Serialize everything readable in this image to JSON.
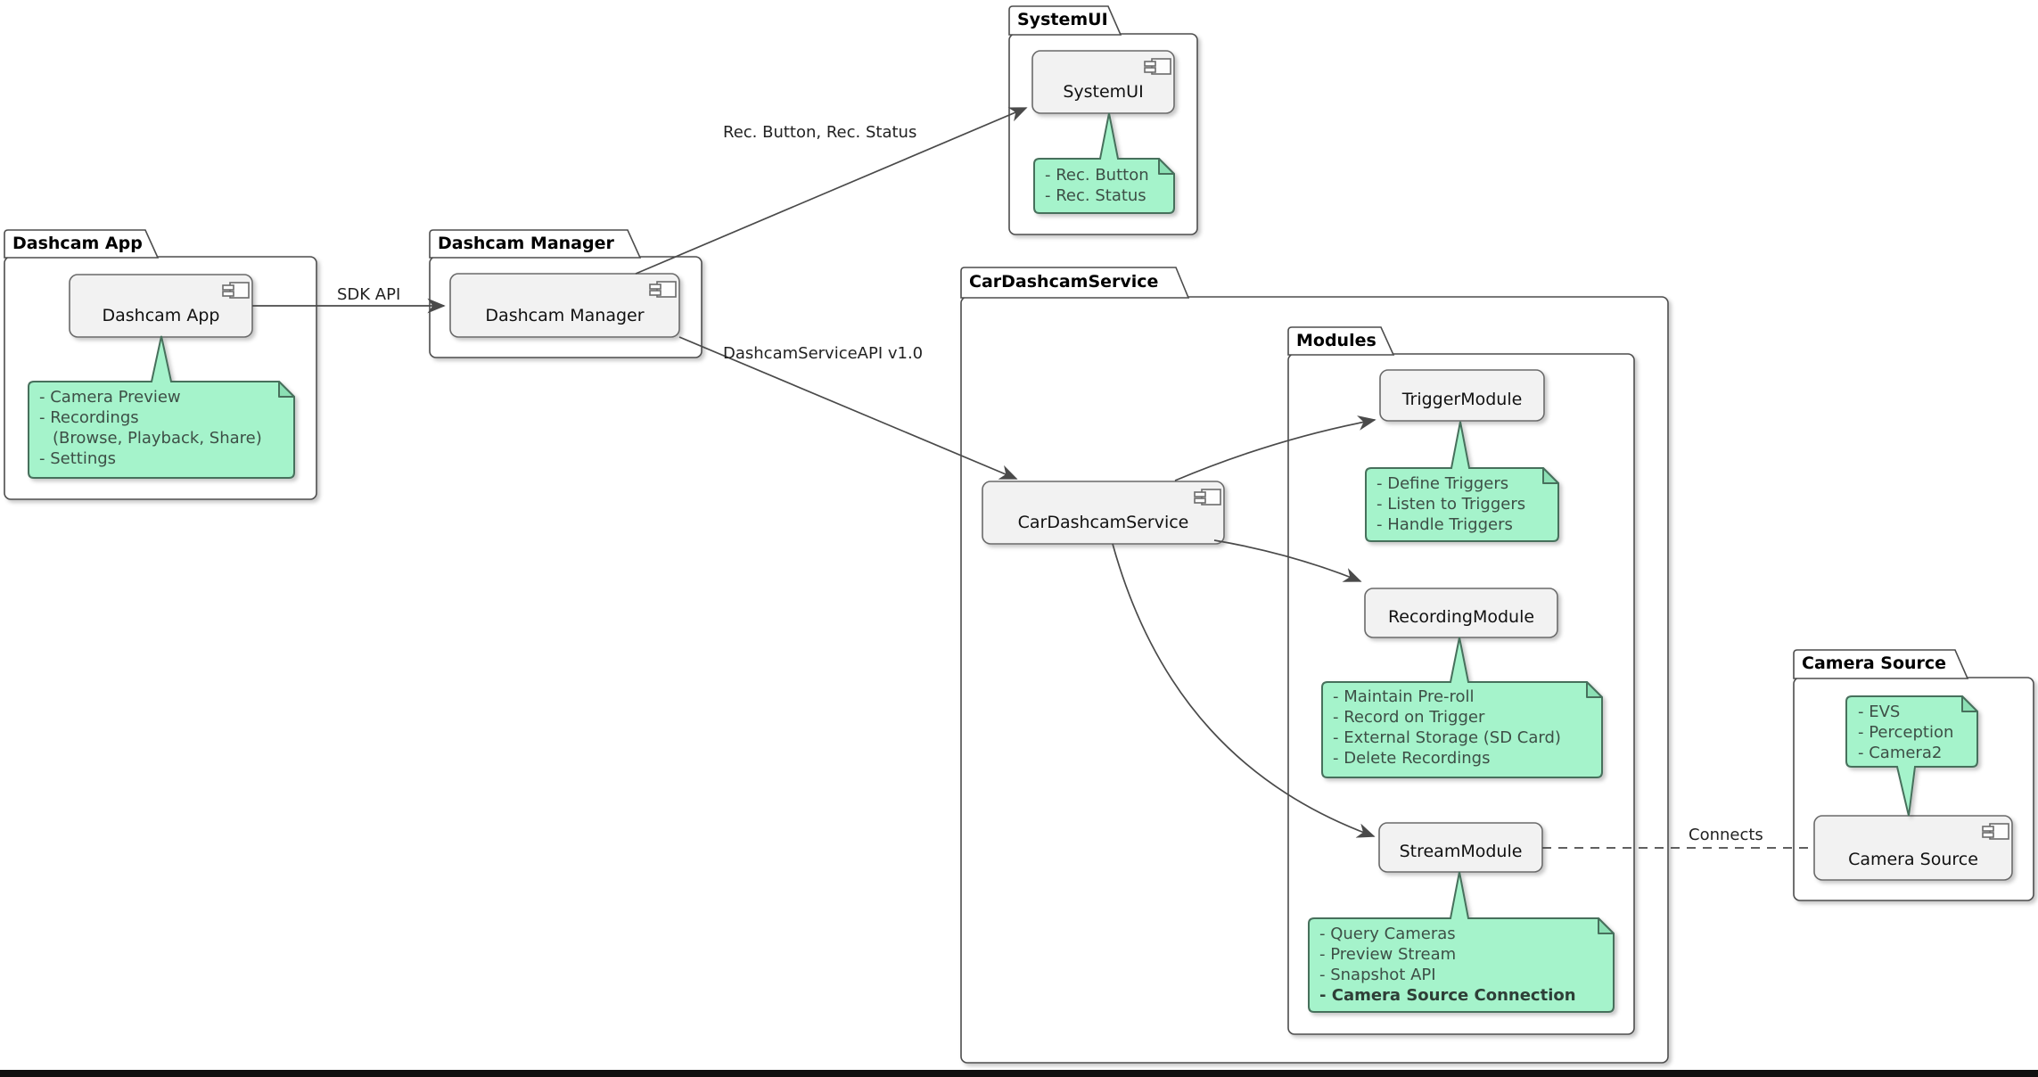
{
  "packages": {
    "dashcam_app": {
      "title": "Dashcam App"
    },
    "dashcam_manager": {
      "title": "Dashcam Manager"
    },
    "system_ui": {
      "title": "SystemUI"
    },
    "car_dashcam_service": {
      "title": "CarDashcamService"
    },
    "modules": {
      "title": "Modules"
    },
    "camera_source": {
      "title": "Camera Source"
    }
  },
  "components": {
    "dashcam_app": "Dashcam App",
    "dashcam_manager": "Dashcam Manager",
    "system_ui": "SystemUI",
    "car_dashcam_service": "CarDashcamService",
    "trigger_module": "TriggerModule",
    "recording_module": "RecordingModule",
    "stream_module": "StreamModule",
    "camera_source": "Camera Source"
  },
  "notes": {
    "dashcam_app": {
      "lines": [
        "- Camera Preview",
        "- Recordings",
        "(Browse, Playback, Share)",
        "- Settings"
      ]
    },
    "system_ui": {
      "lines": [
        "- Rec. Button",
        "- Rec. Status"
      ]
    },
    "trigger_module": {
      "lines": [
        "- Define Triggers",
        "- Listen to Triggers",
        "- Handle Triggers"
      ]
    },
    "recording_module": {
      "lines": [
        "- Maintain Pre-roll",
        "- Record on Trigger",
        "- External Storage (SD Card)",
        "- Delete Recordings"
      ]
    },
    "stream_module": {
      "lines": [
        "- Query Cameras",
        "- Preview Stream",
        "- Snapshot API",
        "- Camera Source Connection"
      ]
    },
    "camera_source": {
      "lines": [
        "- EVS",
        "- Perception",
        "- Camera2"
      ]
    }
  },
  "edge_labels": {
    "sdk_api": "SDK API",
    "rec_button_status": "Rec. Button, Rec. Status",
    "dashcam_service_api": "DashcamServiceAPI v1.0",
    "connects": "Connects"
  },
  "colors": {
    "note_fill": "#A5F3CB",
    "note_fold": "#8BE0B4",
    "note_border": "#47705C",
    "component_fill": "#F2F2F2",
    "component_border": "#6B6B6B",
    "package_border": "#4D4D4D",
    "arrow": "#4A4A4A",
    "bottom_bar": "#101010"
  }
}
